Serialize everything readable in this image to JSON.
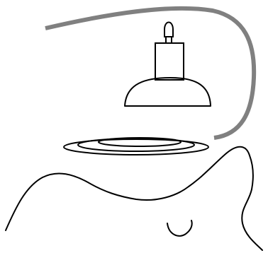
{
  "colors": {
    "background": "#ffffff",
    "ink": "#000000",
    "cable": "#808080"
  },
  "parts": {
    "cable": "grey-curved-cable",
    "plug": "plug-icon",
    "lamp_neck": "rectangular-neck",
    "lamp_shade": "dome-lamp-shade",
    "light_ripples": "elliptical-ripples",
    "body": "reclining-figure-outline",
    "navel": "navel-curve"
  }
}
